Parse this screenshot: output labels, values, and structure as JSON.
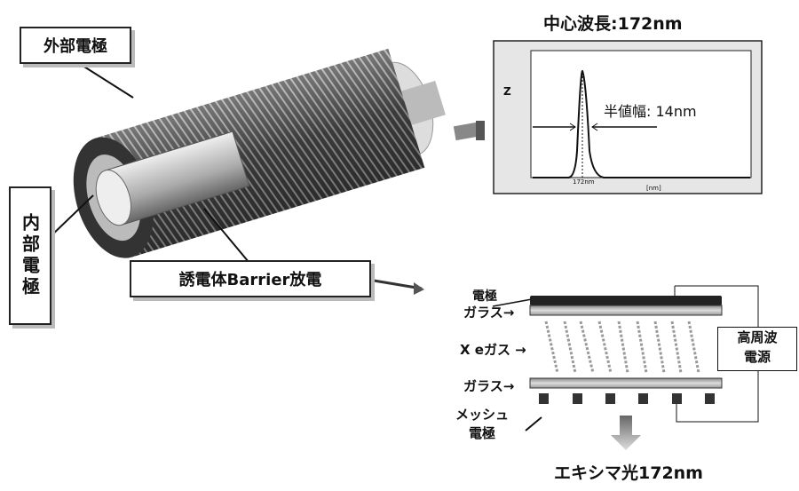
{
  "labels": {
    "outer_electrode": "外部電極",
    "inner_electrode": "内部電極",
    "dbd": "誘電体Barrier放電"
  },
  "spectrum": {
    "title": "中心波長:172nm",
    "fwhm": "半値幅: 14nm",
    "y_axis_label": "Z",
    "x_unit": "[nm]",
    "peak_tick": "172nm"
  },
  "structure": {
    "electrode": "電極",
    "glass_top": "ガラス→",
    "xe_gas": "X eガス →",
    "glass_bottom": "ガラス→",
    "mesh_electrode_1": "メッシュ",
    "mesh_electrode_2": "電極",
    "power_1": "高周波",
    "power_2": "電源",
    "output": "エキシマ光172nm"
  },
  "colors": {
    "line": "#111111",
    "shadow": "#bbbbbb",
    "tube": "#777777"
  }
}
